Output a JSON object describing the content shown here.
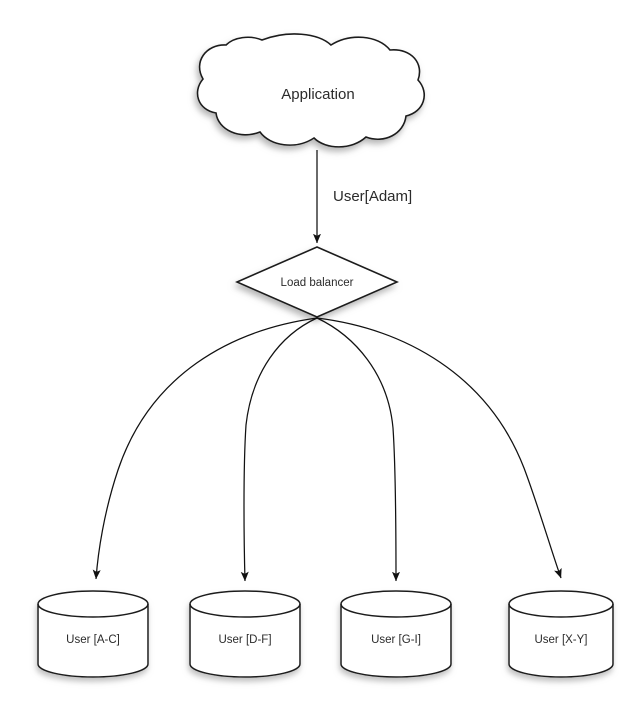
{
  "diagram": {
    "title_node": {
      "id": "application-cloud",
      "shape": "cloud",
      "label": "Application"
    },
    "router_node": {
      "id": "load-balancer",
      "shape": "diamond",
      "label": "Load balancer"
    },
    "edges": [
      {
        "id": "app-to-lb",
        "label": "User[Adam]",
        "from": "application-cloud",
        "to": "load-balancer",
        "style": "straight-arrow"
      }
    ],
    "shard_edges": [
      {
        "id": "lb-to-shard-1",
        "from": "load-balancer",
        "to": "shard-a-c",
        "style": "curved-arrow"
      },
      {
        "id": "lb-to-shard-2",
        "from": "load-balancer",
        "to": "shard-d-f",
        "style": "curved-arrow"
      },
      {
        "id": "lb-to-shard-3",
        "from": "load-balancer",
        "to": "shard-g-i",
        "style": "curved-arrow"
      },
      {
        "id": "lb-to-shard-4",
        "from": "load-balancer",
        "to": "shard-x-y",
        "style": "curved-arrow"
      }
    ],
    "shards": [
      {
        "id": "shard-a-c",
        "shape": "cylinder",
        "label": "User [A-C]"
      },
      {
        "id": "shard-d-f",
        "shape": "cylinder",
        "label": "User [D-F]"
      },
      {
        "id": "shard-g-i",
        "shape": "cylinder",
        "label": "User [G-I]"
      },
      {
        "id": "shard-x-y",
        "shape": "cylinder",
        "label": "User [X-Y]"
      }
    ],
    "colors": {
      "background": "#ffffff",
      "shape_fill": "#ffffff",
      "stroke": "#1a1a1a",
      "edge": "#111111",
      "text": "#2b2b2b",
      "shadow": "#b9b9b9"
    }
  }
}
